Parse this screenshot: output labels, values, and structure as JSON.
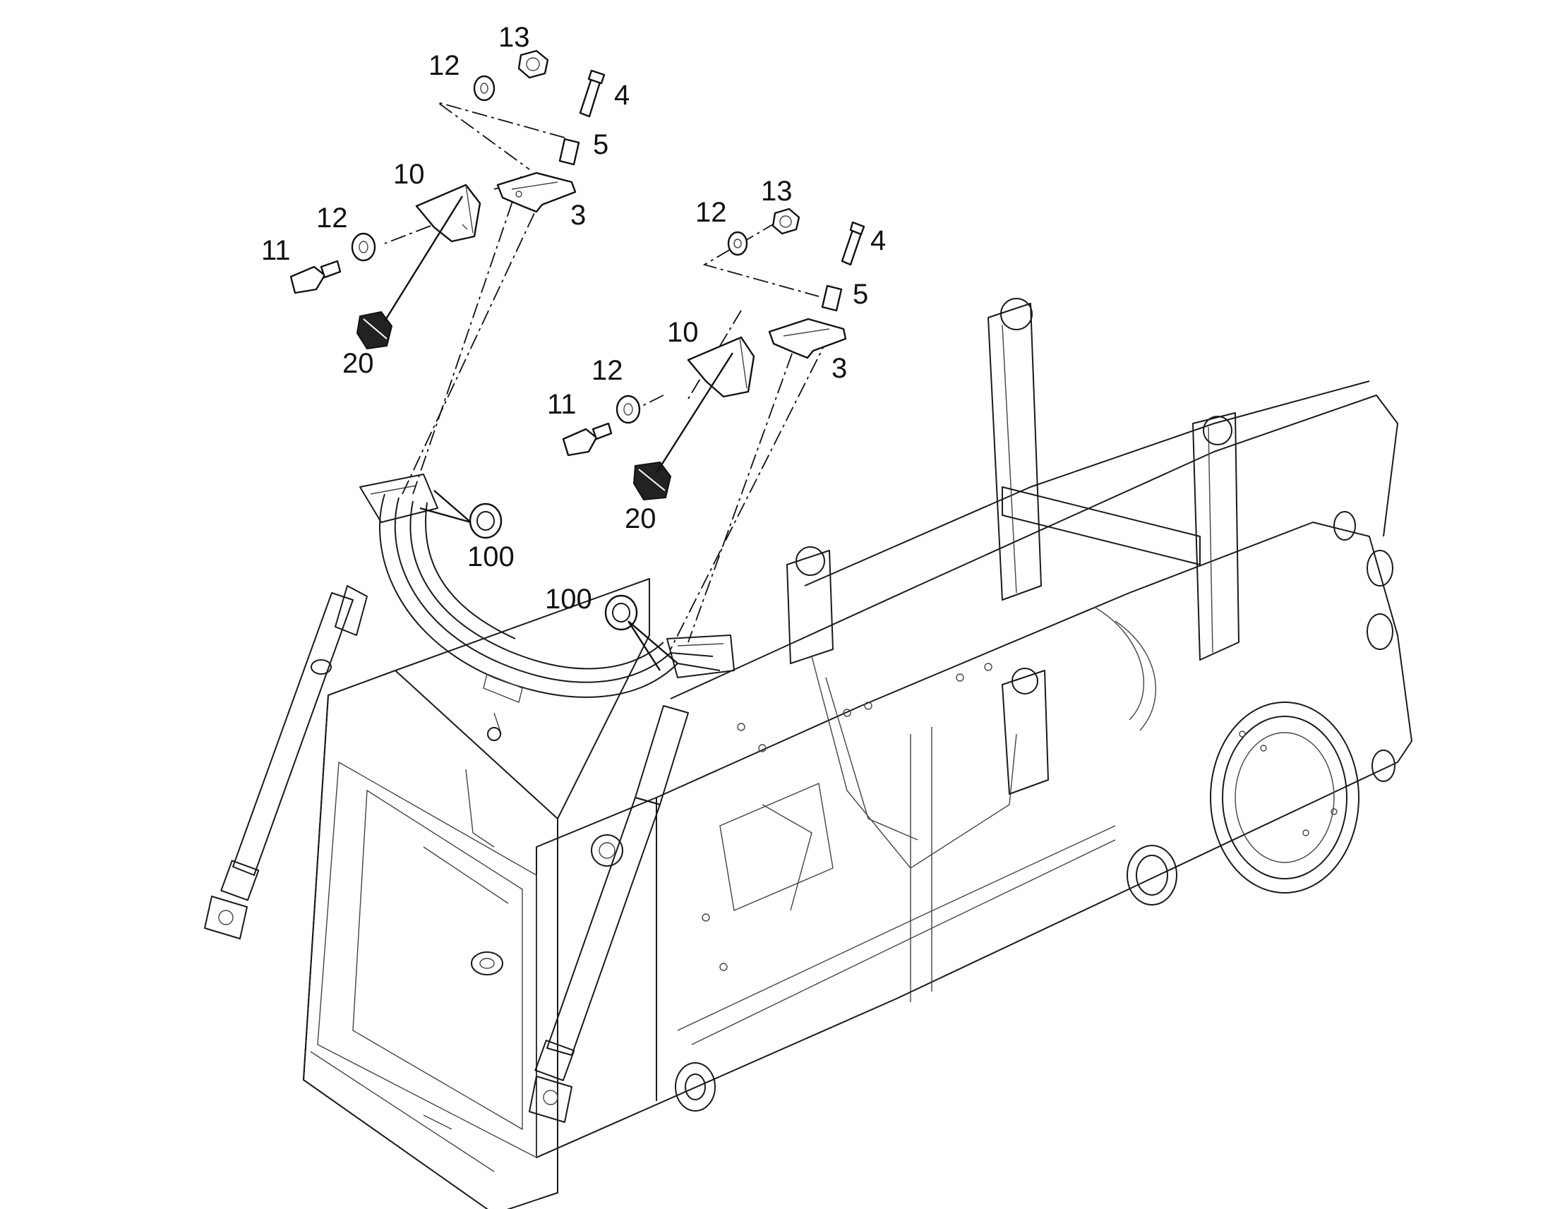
{
  "callouts": [
    {
      "id": "c13a",
      "label": "13"
    },
    {
      "id": "c12a",
      "label": "12"
    },
    {
      "id": "c4a",
      "label": "4"
    },
    {
      "id": "c5a",
      "label": "5"
    },
    {
      "id": "c10a",
      "label": "10"
    },
    {
      "id": "c3a",
      "label": "3"
    },
    {
      "id": "c12b",
      "label": "12"
    },
    {
      "id": "c11a",
      "label": "11"
    },
    {
      "id": "c20a",
      "label": "20"
    },
    {
      "id": "c13b",
      "label": "13"
    },
    {
      "id": "c12c",
      "label": "12"
    },
    {
      "id": "c4b",
      "label": "4"
    },
    {
      "id": "c5b",
      "label": "5"
    },
    {
      "id": "c10b",
      "label": "10"
    },
    {
      "id": "c3b",
      "label": "3"
    },
    {
      "id": "c12d",
      "label": "12"
    },
    {
      "id": "c11b",
      "label": "11"
    },
    {
      "id": "c20b",
      "label": "20"
    },
    {
      "id": "c100a",
      "label": "100"
    },
    {
      "id": "c100b",
      "label": "100"
    }
  ]
}
